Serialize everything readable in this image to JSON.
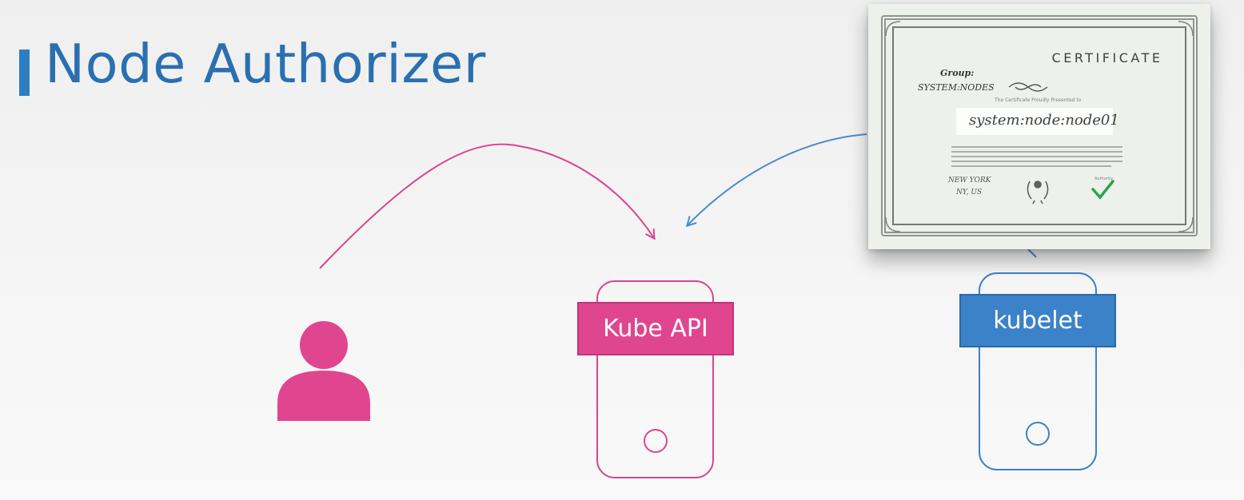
{
  "title": "Node Authorizer",
  "colors": {
    "title": "#2a6fb0",
    "accent_bar": "#2f7dc1",
    "user_pink": "#e0468f",
    "kubelet_blue": "#3b82c9",
    "arrow_pink": "#d9468c",
    "arrow_blue": "#4a8ccc",
    "checkmark": "#2fa34a"
  },
  "nodes": {
    "user": {
      "icon": "user-icon"
    },
    "kube_api": {
      "label": "Kube API"
    },
    "kubelet": {
      "label": "kubelet"
    }
  },
  "certificate": {
    "heading": "CERTIFICATE",
    "group_label": "Group:",
    "group_value": "SYSTEM:NODES",
    "presented_text": "The Certificate Proudly Presented to",
    "name": "system:node:node01",
    "city": "NEW YORK",
    "state": "NY, US",
    "signed_text": "Authority"
  }
}
